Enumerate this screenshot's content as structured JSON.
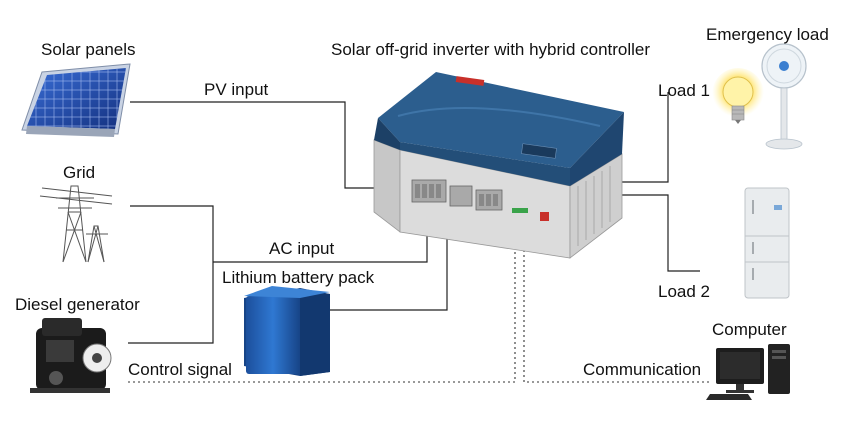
{
  "title": "Solar off-grid inverter with hybrid controller",
  "sources": {
    "solar_panels": "Solar panels",
    "grid": "Grid",
    "diesel_generator": "Diesel generator"
  },
  "connections": {
    "pv_input": "PV input",
    "ac_input": "AC input",
    "control_signal": "Control signal",
    "communication": "Communication",
    "load_1": "Load 1",
    "load_2": "Load 2"
  },
  "battery": "Lithium battery pack",
  "loads": {
    "emergency_load": "Emergency load",
    "computer": "Computer"
  },
  "colors": {
    "inverter_top": "#2c5e8e",
    "inverter_body": "#d9d9d9",
    "battery": "#1f5fb0",
    "line": "#222222"
  }
}
